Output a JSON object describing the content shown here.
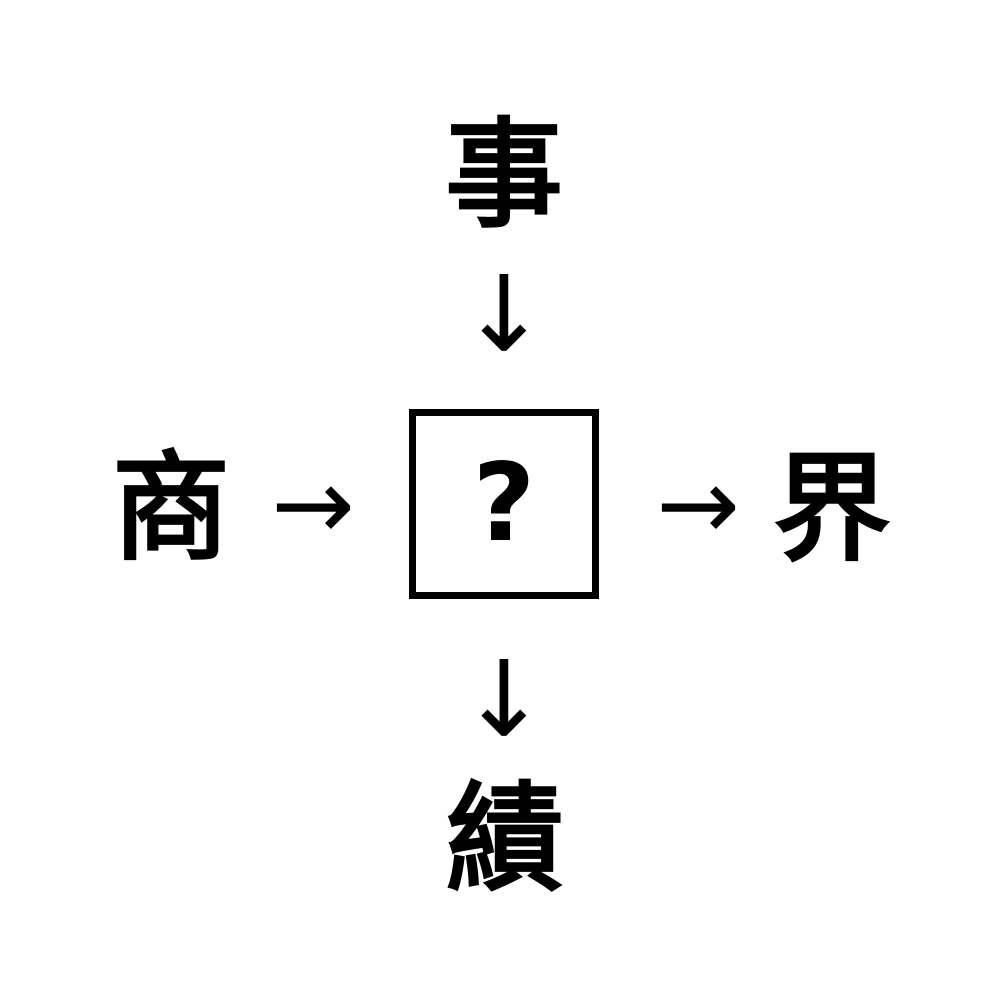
{
  "puzzle": {
    "description": "kanji fill-in-the-blank puzzle with a hidden common character",
    "top_kanji": "事",
    "left_kanji": "商",
    "right_kanji": "界",
    "bottom_kanji": "績",
    "center_placeholder": "?",
    "arrow_down_glyph": "↓",
    "arrow_right_glyph": "→"
  },
  "colors": {
    "foreground": "#000000",
    "background": "#ffffff"
  }
}
